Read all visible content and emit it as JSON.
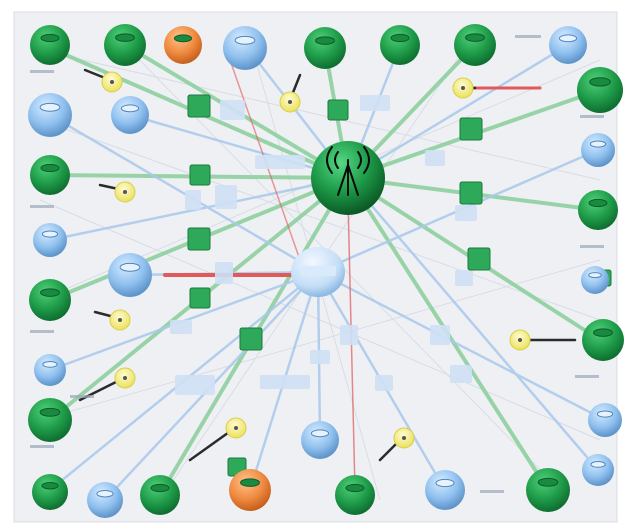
{
  "diagram": {
    "colors": {
      "paper": "#eef0f4",
      "grid_line": "#dadde6",
      "green_node": "#1e9b48",
      "green_node_dark": "#0f6e30",
      "blue_node": "#8fc0ee",
      "blue_node_dark": "#5d93c9",
      "orange_node": "#ef8a40",
      "orange_node_dark": "#c65f1c",
      "green_square": "#2ea95a",
      "yellow_badge": "#f6f07a",
      "label_box": "#cfe1f5",
      "edge_green": "#8fd0a0",
      "edge_blue": "#a9c9ec",
      "edge_red": "#e05a5a",
      "edge_dark": "#2b2b2b"
    },
    "hub_glyph": "wifi-tower-icon",
    "nodes": [
      {
        "id": "top-1",
        "kind": "green",
        "icon": "router-icon"
      },
      {
        "id": "top-2",
        "kind": "green",
        "icon": "router-icon"
      },
      {
        "id": "top-3",
        "kind": "orange",
        "icon": "router-icon"
      },
      {
        "id": "top-4",
        "kind": "blue",
        "icon": "router-icon"
      },
      {
        "id": "top-5",
        "kind": "green",
        "icon": "router-icon"
      },
      {
        "id": "top-6",
        "kind": "green",
        "icon": "router-icon"
      },
      {
        "id": "top-7",
        "kind": "green",
        "icon": "router-icon"
      },
      {
        "id": "top-8",
        "kind": "blue",
        "icon": "router-icon"
      },
      {
        "id": "right-1",
        "kind": "green",
        "icon": "router-icon"
      },
      {
        "id": "right-2",
        "kind": "blue",
        "icon": "router-icon"
      },
      {
        "id": "right-3",
        "kind": "green",
        "icon": "router-icon"
      },
      {
        "id": "right-4",
        "kind": "blue",
        "icon": "router-icon"
      },
      {
        "id": "right-5",
        "kind": "green",
        "icon": "router-icon"
      },
      {
        "id": "right-6",
        "kind": "blue",
        "icon": "router-icon"
      },
      {
        "id": "right-7",
        "kind": "blue",
        "icon": "router-icon"
      },
      {
        "id": "bottom-1",
        "kind": "green",
        "icon": "router-icon"
      },
      {
        "id": "bottom-2",
        "kind": "blue",
        "icon": "router-icon"
      },
      {
        "id": "bottom-3",
        "kind": "green",
        "icon": "router-icon"
      },
      {
        "id": "bottom-4",
        "kind": "orange",
        "icon": "router-icon"
      },
      {
        "id": "bottom-5",
        "kind": "blue",
        "icon": "router-icon"
      },
      {
        "id": "bottom-6",
        "kind": "green",
        "icon": "router-icon"
      },
      {
        "id": "bottom-7",
        "kind": "blue",
        "icon": "router-icon"
      },
      {
        "id": "bottom-8",
        "kind": "green",
        "icon": "router-icon"
      },
      {
        "id": "left-1",
        "kind": "blue",
        "icon": "router-icon"
      },
      {
        "id": "left-2",
        "kind": "green",
        "icon": "router-icon"
      },
      {
        "id": "left-3",
        "kind": "blue",
        "icon": "router-icon"
      },
      {
        "id": "left-4",
        "kind": "green",
        "icon": "router-icon"
      },
      {
        "id": "left-5",
        "kind": "blue",
        "icon": "router-icon"
      },
      {
        "id": "left-6",
        "kind": "green",
        "icon": "router-icon"
      },
      {
        "id": "inner-1",
        "kind": "blue",
        "icon": "router-icon"
      },
      {
        "id": "inner-left",
        "kind": "blue",
        "icon": "router-icon"
      },
      {
        "id": "inner-bottom",
        "kind": "blue",
        "icon": "router-icon"
      },
      {
        "id": "secondary-hub",
        "kind": "blue",
        "icon": "cloud-icon"
      }
    ],
    "switches_count": 11,
    "badges_count": 9
  }
}
